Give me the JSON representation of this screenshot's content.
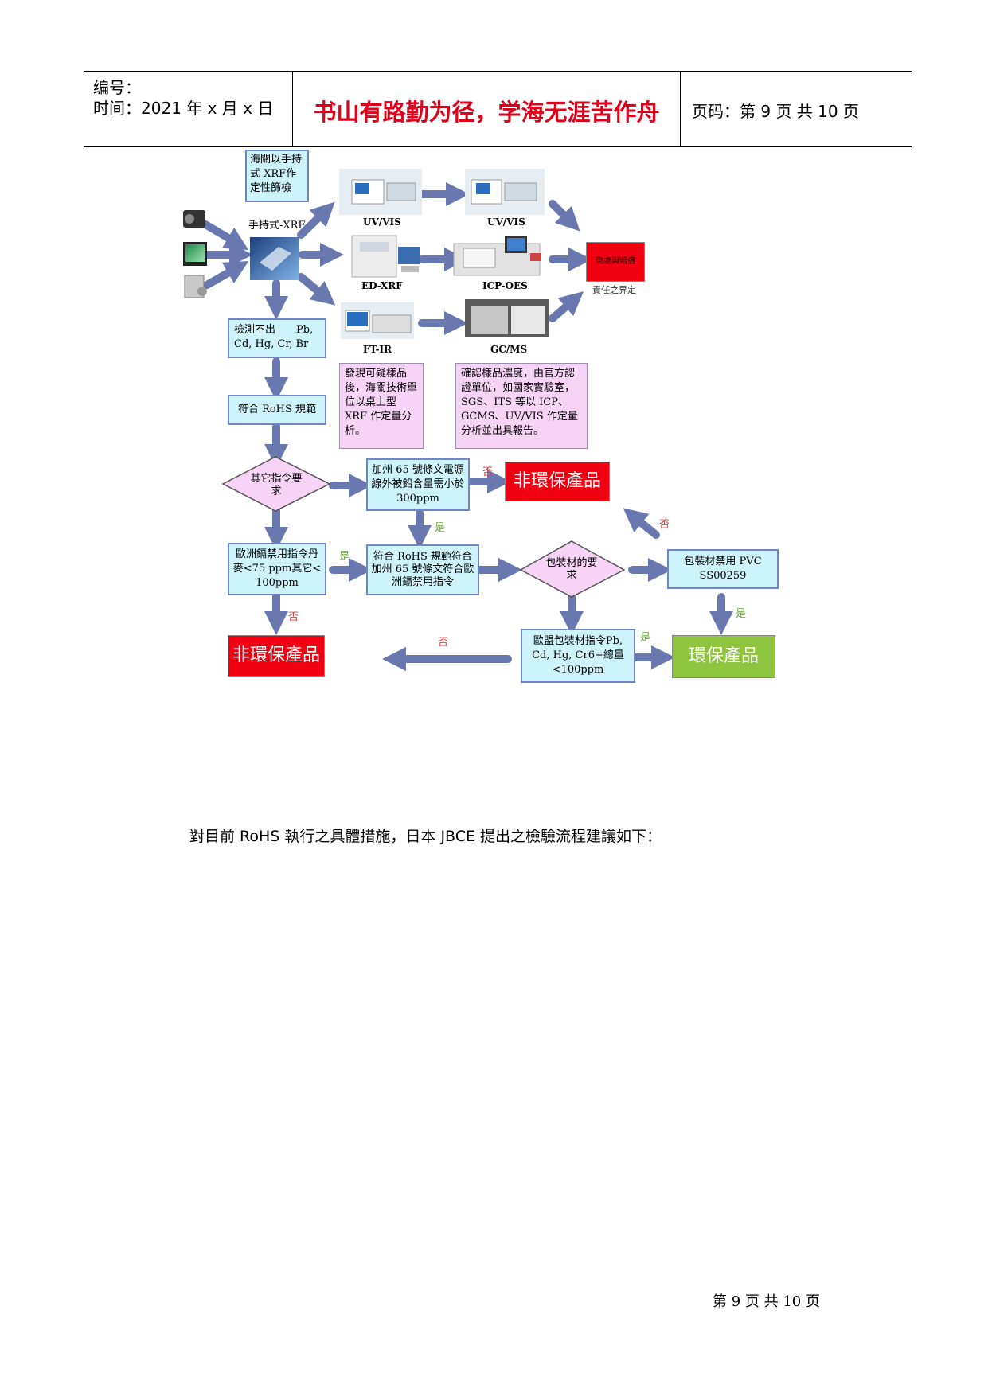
{
  "header": {
    "number_label": "编号：",
    "time_label": "时间：2021 年 x 月 x 日",
    "motto": "书山有路勤为径，学海无涯苦作舟",
    "page_label": "页码：第 9 页  共 10 页"
  },
  "diagram": {
    "xrf_note": "海關以手持式 XRF作定性篩檢",
    "handheld_xrf_label": "手持式-XRF",
    "uv_vis_1": "UV/VIS",
    "uv_vis_2": "UV/VIS",
    "ed_xrf": "ED-XRF",
    "icp_oes": "ICP-OES",
    "ft_ir": "FT-IR",
    "gc_ms": "GC/MS",
    "red_top_box": "懲處與賠償",
    "red_top_caption": "責任之界定",
    "not_detected": "檢測不出　　Pb, Cd, Hg, Cr, Br",
    "suspicious_note": "發現可疑樣品後，海關技術單位以桌上型 XRF 作定量分析。",
    "confirm_note": "確認樣品濃度，由官方認證單位，如國家實驗室，SGS、ITS 等以 ICP、GCMS、UV/VIS 作定量分析並出具報告。",
    "rohs_compliant": "符合 RoHS 規範",
    "other_directive": "其它指令要求",
    "prop65": "加州 65 號條文電源線外被鉛含量需小於 300ppm",
    "not_eco_1": "非環保產品",
    "no_1": "否",
    "yes_1": "是",
    "eu_cadmium": "歐洲鎘禁用指令丹麥<75 ppm其它< 100ppm",
    "yes_2": "是",
    "combined": "符合 RoHS 規範符合加州 65 號條文符合歐洲鎘禁用指令",
    "packaging_req": "包裝材的要求",
    "pvc_ban": "包裝材禁用 PVC SS00259",
    "no_2": "否",
    "no_3": "否",
    "not_eco_2": "非環保產品",
    "no_4": "否",
    "eu_packaging": "歐盟包裝材指令Pb, Cd, Hg, Cr6+總量<100ppm",
    "yes_3": "是",
    "yes_4": "是",
    "eco_product": "環保產品"
  },
  "body_text": "對目前 RoHS 執行之具體措施，日本 JBCE 提出之檢驗流程建議如下：",
  "footer": "第  9  页  共  10  页"
}
